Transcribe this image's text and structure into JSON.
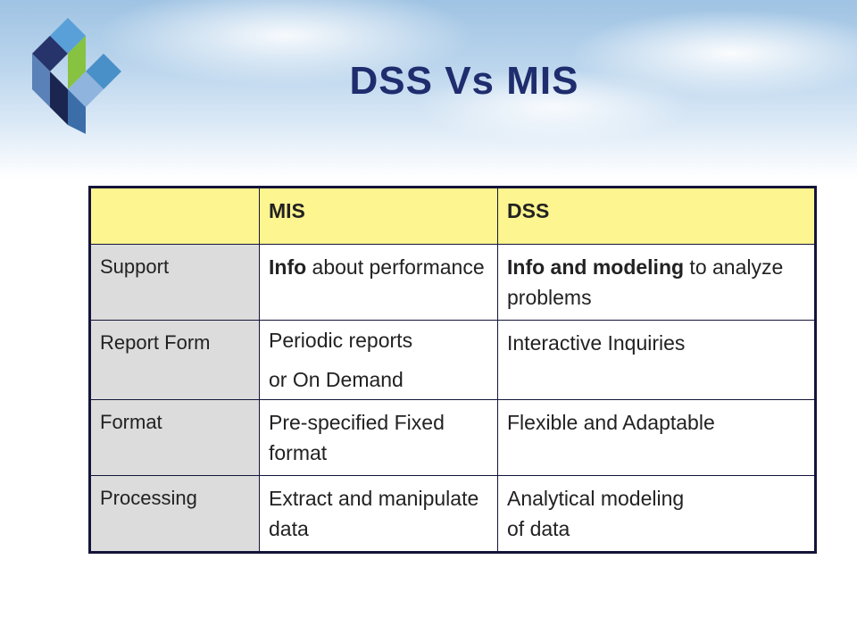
{
  "slide": {
    "title": "DSS Vs MIS"
  },
  "logo": {
    "icon": "geometric-cube-logo-icon",
    "colors": [
      "#27346b",
      "#5aa0d8",
      "#87c241",
      "#5a82b8",
      "#8fb4de",
      "#1a2550"
    ]
  },
  "table": {
    "header": [
      "",
      "MIS",
      "DSS"
    ],
    "rows": [
      {
        "label": "Support",
        "mis_bold": "Info",
        "mis_rest": " about performance",
        "dss_bold": "Info and modeling",
        "dss_rest": " to analyze problems"
      },
      {
        "label": "Report Form",
        "mis_line1": "Periodic reports",
        "mis_line2": "or On Demand",
        "dss": "Interactive Inquiries"
      },
      {
        "label": "Format",
        "mis": "Pre-specified Fixed format",
        "dss": "Flexible and Adaptable"
      },
      {
        "label": "Processing",
        "mis": "Extract and manipulate data",
        "dss_line1": "Analytical modeling",
        "dss_line2": "of data"
      }
    ],
    "colors": {
      "header_bg": "#fdf58f",
      "label_bg": "#dcdcdc",
      "border": "#14143a"
    }
  }
}
